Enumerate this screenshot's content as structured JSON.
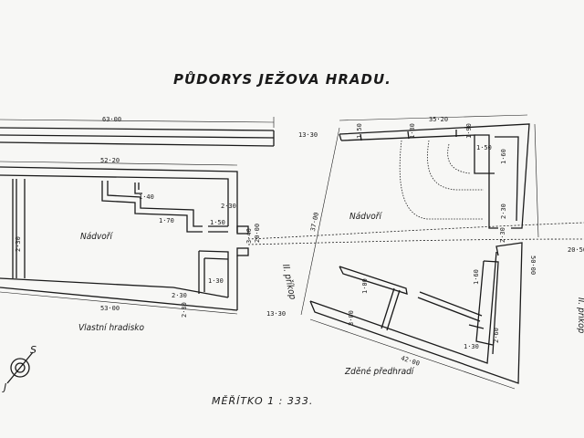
{
  "title": "PŮDORYS JEŽOVA HRADU.",
  "scale": "MĚŘÍTKO   1 : 333.",
  "labels": {
    "nadvori_left": "Nádvoří",
    "nadvori_right": "Nádvoří",
    "vlastni_hradisko": "Vlastní hradisko",
    "zdene_predhradi": "Zděné předhradí",
    "prikop_2_left": "II. příkop",
    "prikop_2_right": "II. příkop"
  },
  "compass": {
    "north": "S",
    "south": "J"
  },
  "dimensions": {
    "d63": "63·00",
    "d52": "52·20",
    "d53": "53·00",
    "d1330_top": "13·30",
    "d1330_bottom": "13·30",
    "d3520": "35·20",
    "d3700": "37·00",
    "d4200": "42·00",
    "d5000": "50·00",
    "d2050": "20·50",
    "d2000": "20·00",
    "d230_a": "2·30",
    "d230_b": "2·30",
    "d230_c": "2·30",
    "d230_d": "2·30",
    "d230_e": "2·30",
    "d150_a": "1·50",
    "d150_b": "1·50",
    "d150_c": "1·50",
    "d140": "1·40",
    "d170": "1·70",
    "d130_a": "1·30",
    "d130_b": "1·30",
    "d280": "2·80",
    "d300": "3·00",
    "d160_a": "1·60",
    "d160_b": "1·60",
    "d180": "1·80",
    "d190": "1·90",
    "d100": "1·00",
    "d260": "2·60",
    "d340": "3·40"
  },
  "colors": {
    "ink": "#1a1a1a",
    "paper": "#f7f7f5"
  }
}
